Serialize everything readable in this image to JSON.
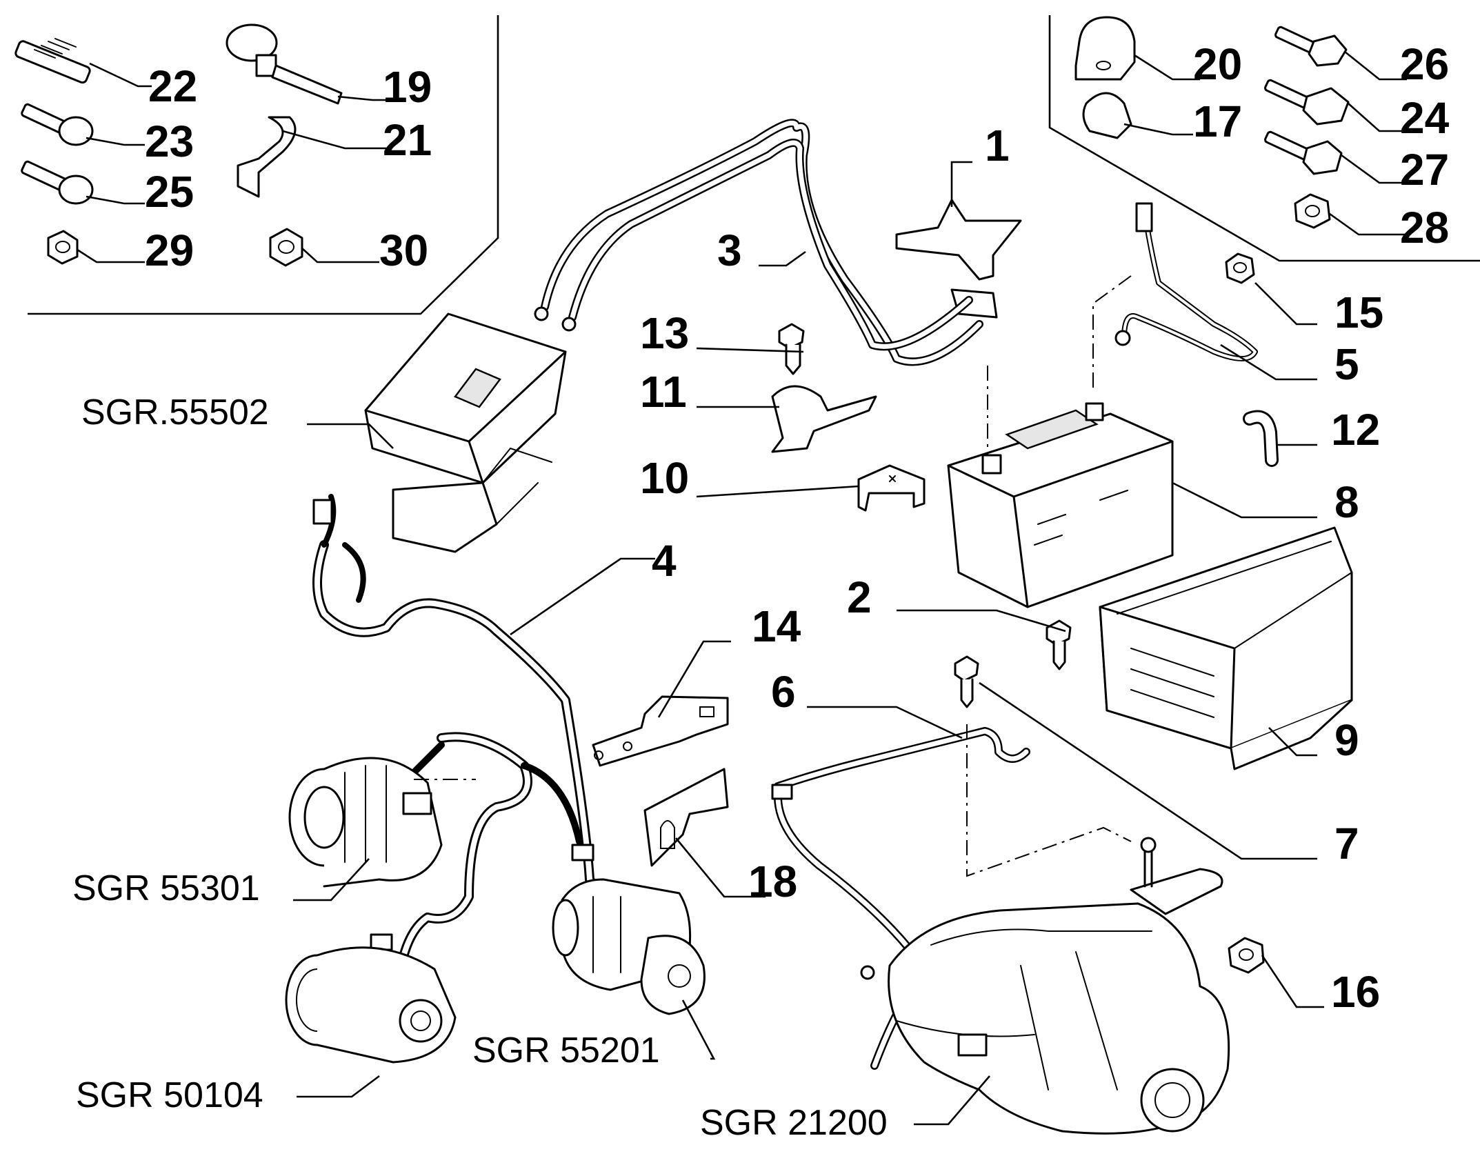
{
  "callouts": {
    "c1": "1",
    "c2": "2",
    "c3": "3",
    "c4": "4",
    "c5": "5",
    "c6": "6",
    "c7": "7",
    "c8": "8",
    "c9": "9",
    "c10": "10",
    "c11": "11",
    "c12": "12",
    "c13": "13",
    "c14": "14",
    "c15": "15",
    "c16": "16",
    "c17": "17",
    "c18": "18",
    "c19": "19",
    "c20": "20",
    "c21": "21",
    "c22": "22",
    "c23": "23",
    "c24": "24",
    "c25": "25",
    "c26": "26",
    "c27": "27",
    "c28": "28",
    "c29": "29",
    "c30": "30"
  },
  "references": {
    "sgr55502": "SGR.55502",
    "sgr55301": "SGR 55301",
    "sgr50104": "SGR 50104",
    "sgr55201": "SGR 55201",
    "sgr21200": "SGR 21200"
  }
}
